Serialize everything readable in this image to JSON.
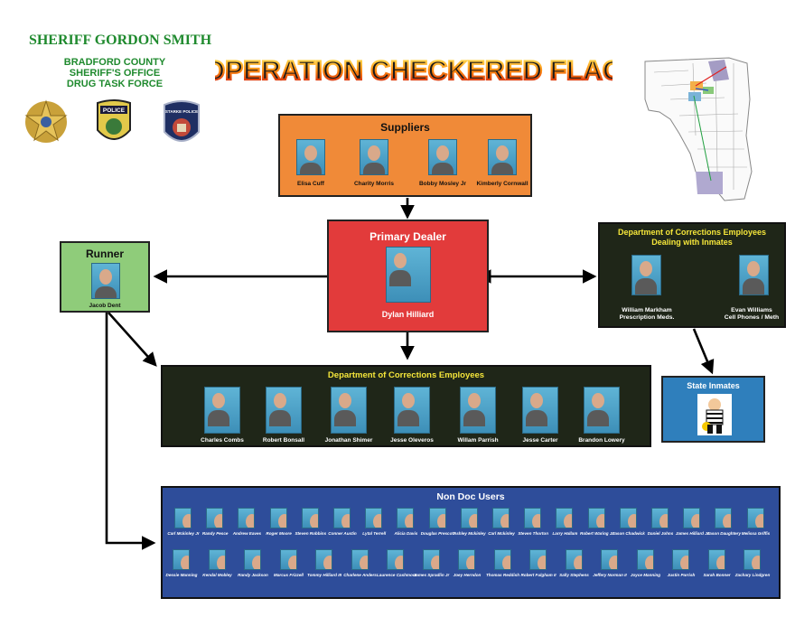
{
  "header": {
    "sheriff": "SHERIFF GORDON SMITH",
    "office_lines": [
      "BRADFORD COUNTY",
      "SHERIFF'S OFFICE",
      "DRUG TASK FORCE"
    ],
    "operation": "OPERATION CHECKERED FLAG",
    "badges": [
      {
        "name": "sheriff-star-badge-icon"
      },
      {
        "name": "police-patch-icon",
        "text": "POLICE"
      },
      {
        "name": "starke-police-patch-icon",
        "text": "STARKE POLICE"
      }
    ]
  },
  "map": {
    "icon": "florida-county-map-icon"
  },
  "suppliers": {
    "title": "Suppliers",
    "people": [
      "Elisa Cuff",
      "Charity Morris",
      "Bobby Mosley Jr",
      "Kimberly Cornwall"
    ]
  },
  "primary_dealer": {
    "title": "Primary Dealer",
    "name": "Dylan Hilliard"
  },
  "runner": {
    "title": "Runner",
    "name": "Jacob Dent"
  },
  "doc_dealing": {
    "title_lines": [
      "Department of Corrections Employees",
      "Dealing with Inmates"
    ],
    "people": [
      {
        "name": "William Markham",
        "note": "Prescription Meds."
      },
      {
        "name": "Evan Williams",
        "note": "Cell Phones / Meth"
      }
    ]
  },
  "state_inmates": {
    "title": "State Inmates",
    "icon": "prisoner-cartoon-icon"
  },
  "doc_employees": {
    "title": "Department of Corrections Employees",
    "people": [
      "Charles Combs",
      "Robert Bonsall",
      "Jonathan Shimer",
      "Jesse Oleveros",
      "Willam Parrish",
      "Jesse Carter",
      "Brandon Lowery"
    ]
  },
  "non_doc": {
    "title": "Non Doc Users",
    "row1": [
      "Carl Mckinley Jr",
      "Randy Pesce",
      "Andrew Eaves",
      "Roger Moore",
      "Steven Robbins",
      "Conner Austin",
      "Lytal Terrell",
      "Alicia Davis",
      "Douglas Prescott",
      "Ashley Mckinley",
      "Carl Mckinley",
      "Steven Thorton",
      "Larry Hallam",
      "Robert Waring Jr",
      "Jason Chadwick",
      "Daniel Johns",
      "James Hilliard Jr",
      "Jason Daughtery",
      "Melissa Griffis"
    ],
    "row2": [
      "Dessie Manning",
      "Kendal Mobley",
      "Randy Jackson",
      "Marcus Frizzell",
      "Tommy Hilliard III",
      "Charlene Anders",
      "Laurence Cashmore",
      "James Spradlin Jr",
      "Joey Herndon",
      "Thomas Reddish",
      "Robert Fulgham II",
      "Sally Stephens",
      "Jeffery Norman II",
      "Joyce Manning",
      "Justin Parrish",
      "Sarah Bonner",
      "Zachary Lindgren"
    ]
  },
  "colors": {
    "orange": "#f08a38",
    "red": "#e23b3b",
    "green": "#8fcc7a",
    "dark": "#1f2618",
    "yellow": "#f5e63a",
    "blue": "#2e4d9a",
    "steel": "#2f7fbc",
    "title_green": "#1f8a2e"
  }
}
